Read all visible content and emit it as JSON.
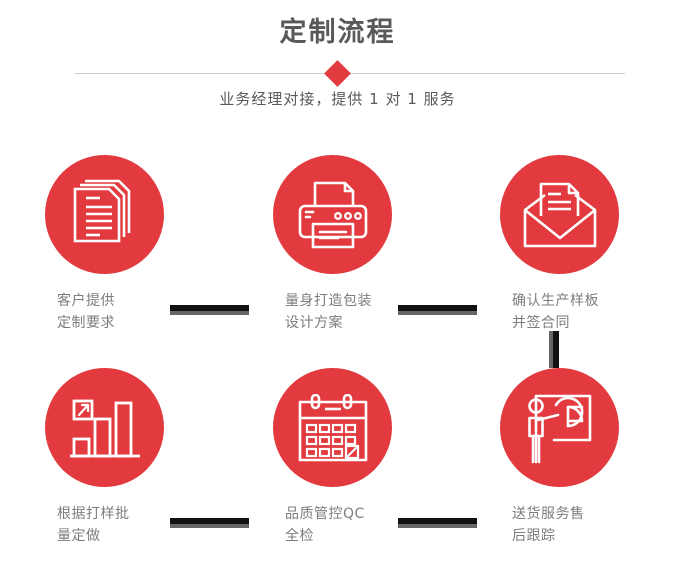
{
  "header": {
    "title": "定制流程",
    "subtitle": "业务经理对接，提供 1 对 1 服务",
    "accent_color": "#e23a3e",
    "title_color": "#595959",
    "divider_color": "#cfcfcf",
    "diamond_icon": "diamond-marker"
  },
  "flow": {
    "connector_colors": {
      "dark": "#111111",
      "light": "#666666"
    },
    "steps": [
      {
        "id": "step-1",
        "icon": "documents-stack-icon",
        "label": "客户提供\n定制要求"
      },
      {
        "id": "step-2",
        "icon": "printer-icon",
        "label": "量身打造包装\n设计方案"
      },
      {
        "id": "step-3",
        "icon": "envelope-letter-icon",
        "label": "确认生产样板\n并签合同"
      },
      {
        "id": "step-4",
        "icon": "bar-chart-growth-icon",
        "label": "根据打样批\n量定做"
      },
      {
        "id": "step-5",
        "icon": "calendar-check-icon",
        "label": "品质管控QC\n全检"
      },
      {
        "id": "step-6",
        "icon": "presentation-pie-chart-icon",
        "label": "送货服务售\n后跟踪"
      }
    ]
  }
}
